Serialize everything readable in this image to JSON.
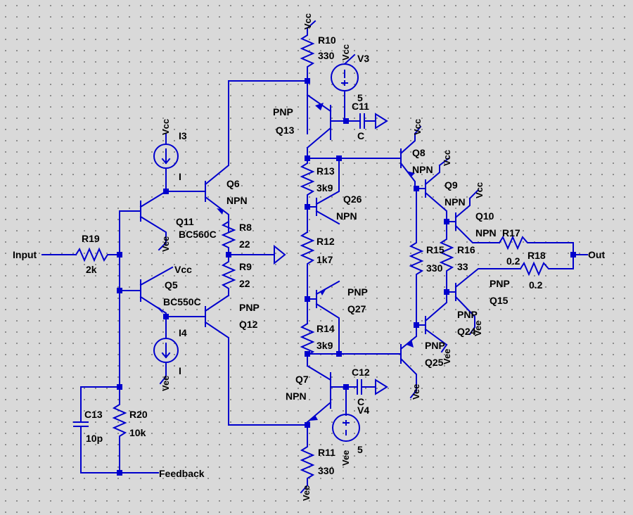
{
  "colors": {
    "background": "#d9d9d9",
    "wire": "#0000cc",
    "text": "#000000"
  },
  "labels": {
    "vcc_r10": "Vcc",
    "r10": "R10",
    "r10_val": "330",
    "vcc_v3": "Vcc",
    "v3": "V3",
    "v3_val": "5",
    "c11": "C11",
    "c11_val": "C",
    "q13_type": "PNP",
    "q13": "Q13",
    "vcc_q8": "Vcc",
    "q8": "Q8",
    "q8_type": "NPN",
    "vcc_q9": "Vcc",
    "q9": "Q9",
    "q9_type": "NPN",
    "vcc_q10": "Vcc",
    "q10": "Q10",
    "q10_type": "NPN",
    "r17": "R17",
    "r17_val": "0.2",
    "r18": "R18",
    "r18_val": "0.2",
    "out": "Out",
    "r13": "R13",
    "r13_val": "3k9",
    "q26": "Q26",
    "q26_type": "NPN",
    "r12": "R12",
    "r12_val": "1k7",
    "q27_type": "PNP",
    "q27": "Q27",
    "r14": "R14",
    "r14_val": "3k9",
    "r15": "R15",
    "r15_val": "330",
    "r16": "R16",
    "r16_val": "33",
    "q15_type": "PNP",
    "q15": "Q15",
    "q24_type": "PNP",
    "q24": "Q24",
    "vee_q24": "Vee",
    "q25_type": "PNP",
    "q25": "Q25",
    "vee_q25": "Vee",
    "vee_q23": "Vee",
    "vcc_i3": "Vcc",
    "i3": "I3",
    "i3_val": "I",
    "q6": "Q6",
    "q6_type": "NPN",
    "q11": "Q11",
    "q11_part": "BC560C",
    "vee_q11": "Vee",
    "r8": "R8",
    "r8_val": "22",
    "r9": "R9",
    "r9_val": "22",
    "r19": "R19",
    "r19_val": "2k",
    "input": "Input",
    "vcc_q5": "Vcc",
    "q5": "Q5",
    "q5_part": "BC550C",
    "q12_type": "PNP",
    "q12": "Q12",
    "i4": "I4",
    "i4_val": "I",
    "vee_i4": "Vee",
    "q7": "Q7",
    "q7_type": "NPN",
    "c12": "C12",
    "c12_val": "C",
    "v4": "V4",
    "v4_val": "5",
    "vee_v4": "Vee",
    "r11": "R11",
    "r11_val": "330",
    "vee_r11": "Vee",
    "c13": "C13",
    "c13_val": "10p",
    "r20": "R20",
    "r20_val": "10k",
    "feedback": "Feedback"
  }
}
